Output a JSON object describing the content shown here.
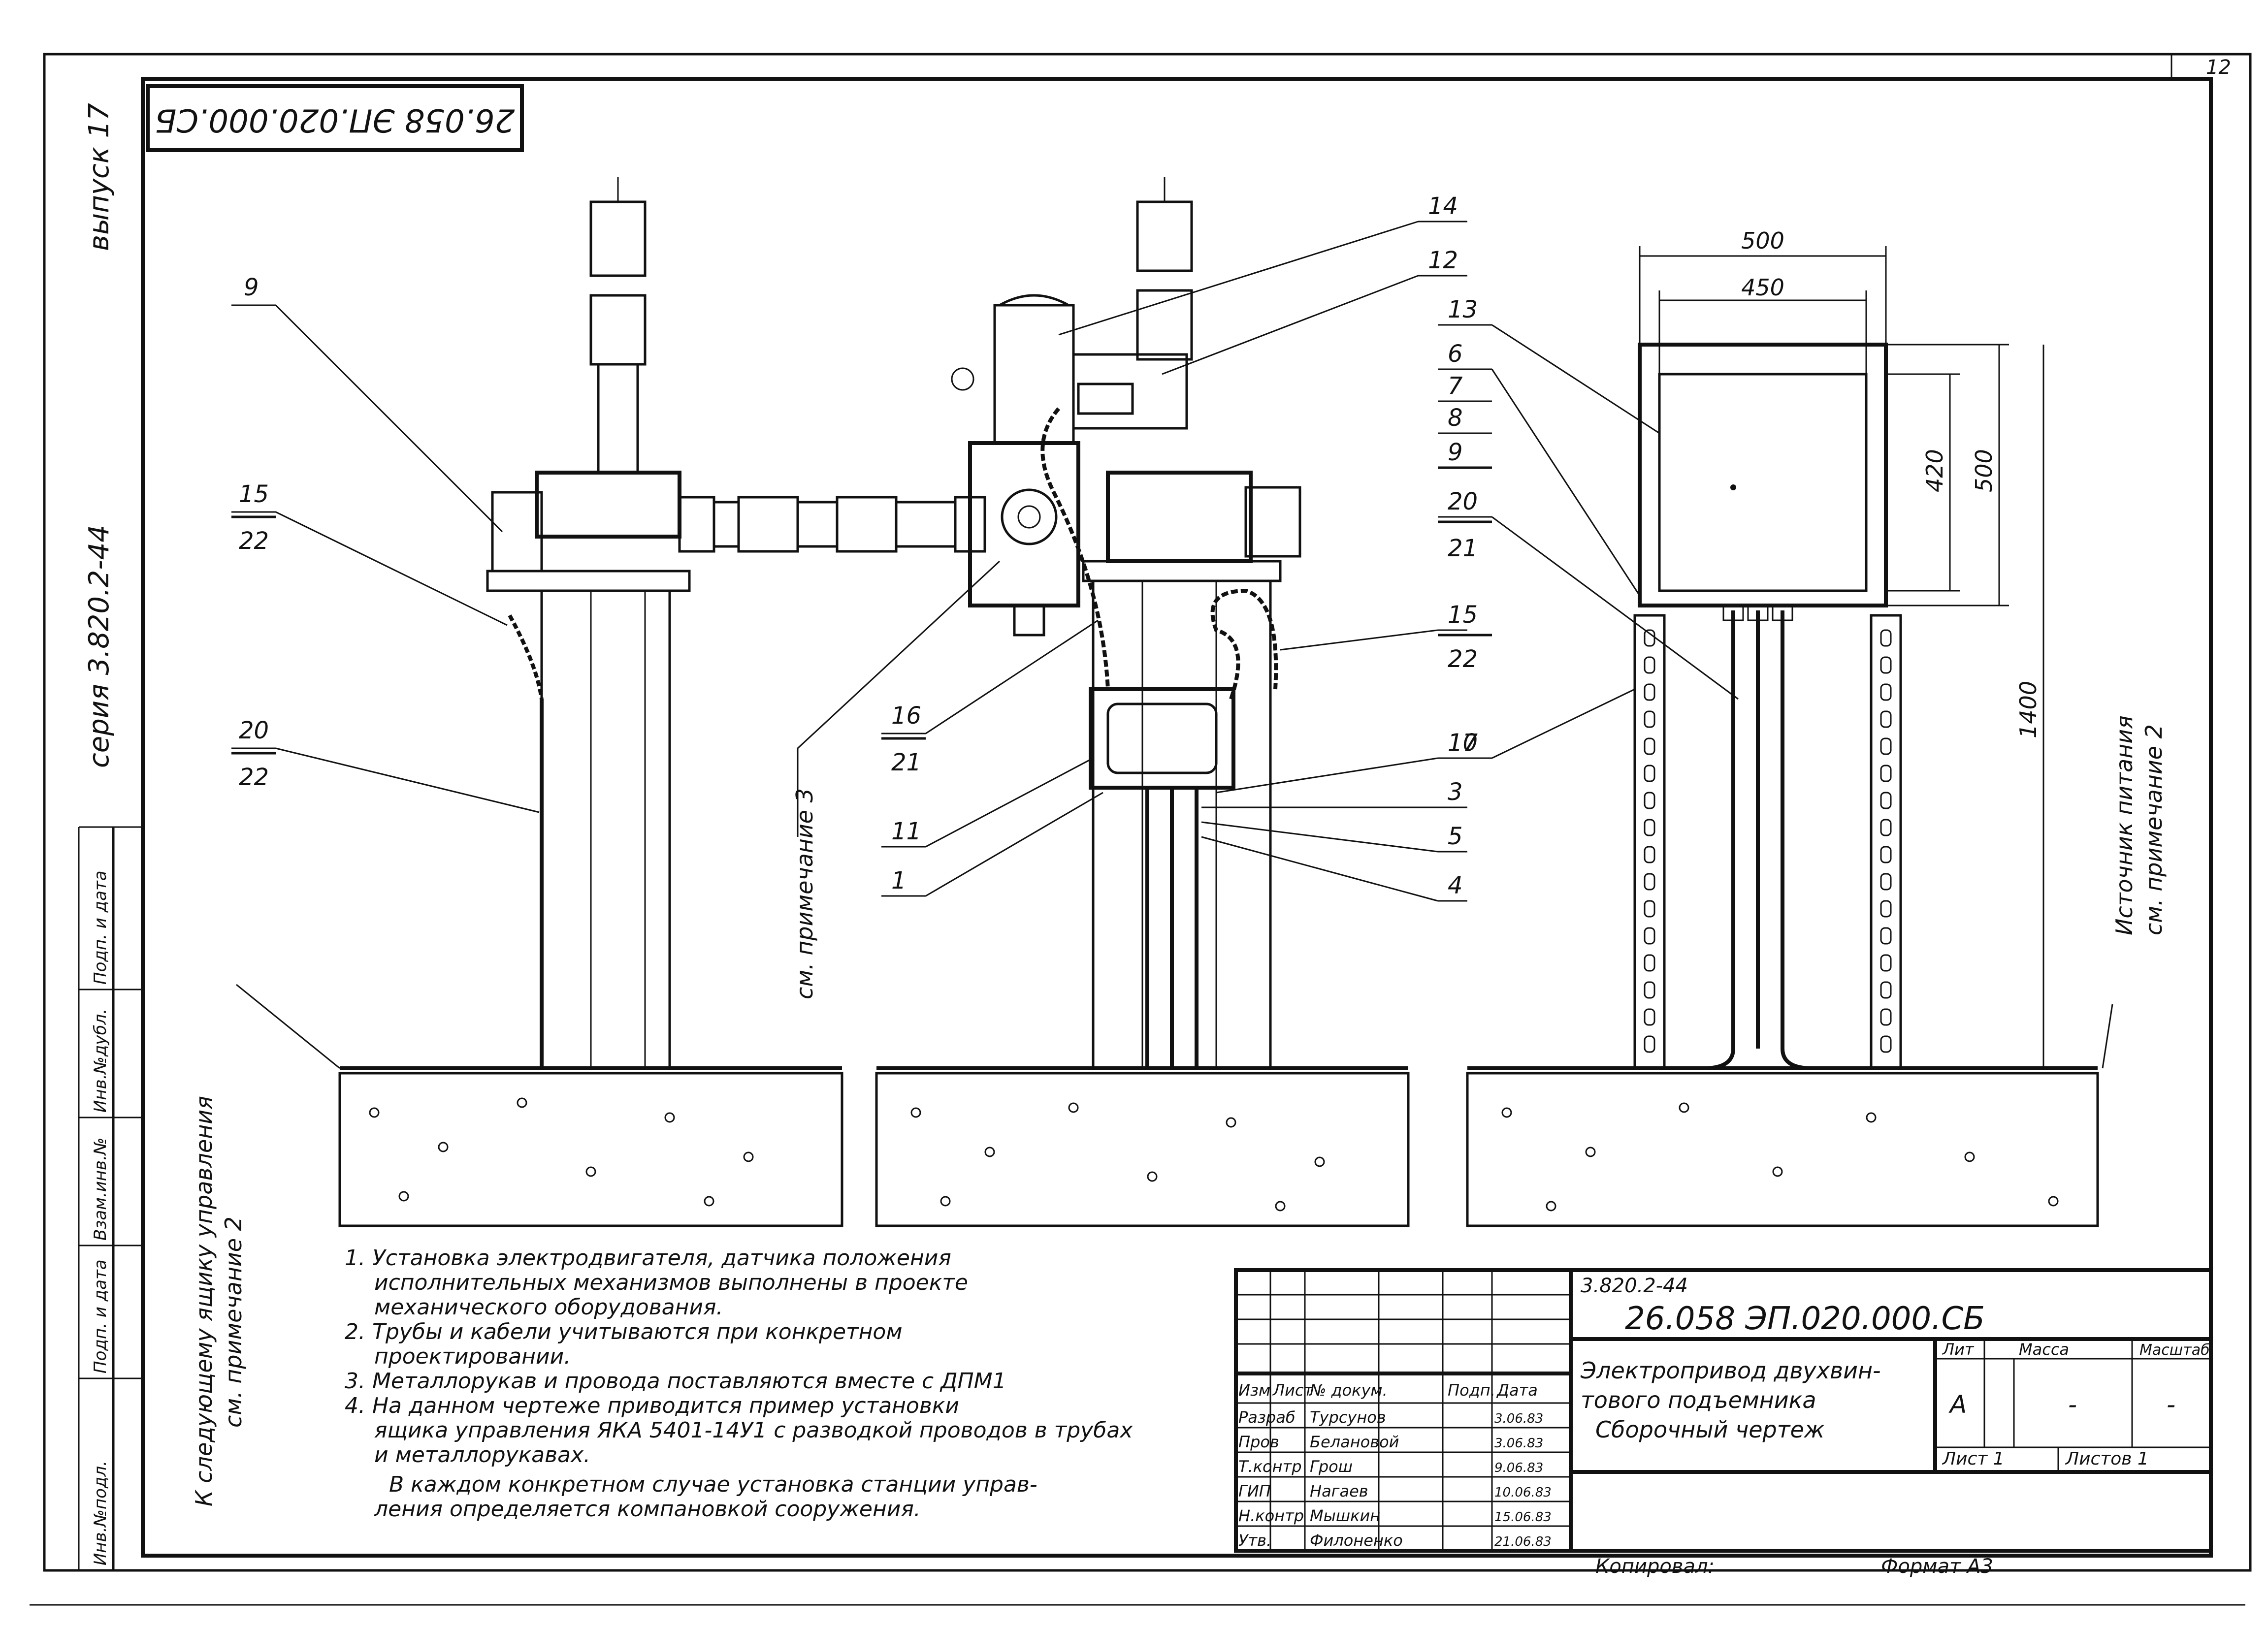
{
  "sheet": {
    "page_number": "12",
    "doc_code_rotated": "26.058 ЭП.020.000.СБ",
    "series": "серия 3.820.2-44",
    "issue": "выпуск 17"
  },
  "side_stamp": [
    "Инв.№подл.",
    "Подп. и дата",
    "Взам.инв.№",
    "Инв.№дубл.",
    "Подп. и дата"
  ],
  "callouts": {
    "c9_left": "9",
    "c15_left": "15",
    "c22_left_a": "22",
    "c20_left": "20",
    "c22_left_b": "22",
    "c14": "14",
    "c12": "12",
    "c16": "16",
    "c21_mid": "21",
    "c11": "11",
    "c1": "1",
    "c13": "13",
    "c6": "6",
    "c7": "7",
    "c8": "8",
    "c9_right": "9",
    "c20_right": "20",
    "c21_right": "21",
    "c15_right": "15",
    "c22_right": "22",
    "c17": "17",
    "c10": "10",
    "c3": "3",
    "c5": "5",
    "c4": "4"
  },
  "dims": {
    "w500": "500",
    "w450": "450",
    "h420": "420",
    "h500": "500",
    "h1400": "1400"
  },
  "labels": {
    "note3_ref": "см. примечание 3",
    "power_source_1": "Источник питания",
    "power_source_2": "см. примечание 2",
    "to_box_1": "К следующему ящику управления",
    "to_box_2": "см. примечание 2"
  },
  "notes": [
    "1.  Установка электродвигателя, датчика положения",
    "исполнительных механизмов выполнены в проекте",
    "механического оборудования.",
    "2.  Трубы и кабели учитываются при конкретном",
    "проектировании.",
    "3.  Металлорукав и провода поставляются вместе с ДПМ1",
    "4.  На данном чертеже приводится пример установки",
    "ящика управления ЯКА 5401-14У1 с разводкой проводов в трубах",
    "и металлорукавах.",
    "В каждом конкретном случае установка станции управ-",
    "ления определяется компановкой сооружения."
  ],
  "title_block": {
    "series_code": "3.820.2-44",
    "doc_code": "26.058 ЭП.020.000.СБ",
    "title_lines": [
      "Электропривод двухвин-",
      "тового подъемника",
      "Сборочный чертеж"
    ],
    "head": [
      "Изм",
      "Лист",
      "№ докум.",
      "Подп.",
      "Дата"
    ],
    "people": [
      {
        "role": "Разраб",
        "name": "Турсунов",
        "date": "3.06.83"
      },
      {
        "role": "Пров",
        "name": "Белановой",
        "date": "3.06.83"
      },
      {
        "role": "Т.контр",
        "name": "Грош",
        "date": "9.06.83"
      },
      {
        "role": "ГИП",
        "name": "Нагаев",
        "date": "10.06.83"
      },
      {
        "role": "Н.контр",
        "name": "Мышкин",
        "date": "15.06.83"
      },
      {
        "role": "Утв.",
        "name": "Филоненко",
        "date": "21.06.83"
      }
    ],
    "lit_head": [
      "Лит",
      "Масса",
      "Масштаб"
    ],
    "lit_value": "А",
    "mass_value": "-",
    "scale_value": "-",
    "sheet_label": "Лист 1",
    "sheets_label": "Листов 1",
    "copied": "Копировал:",
    "format": "Формат А3"
  }
}
